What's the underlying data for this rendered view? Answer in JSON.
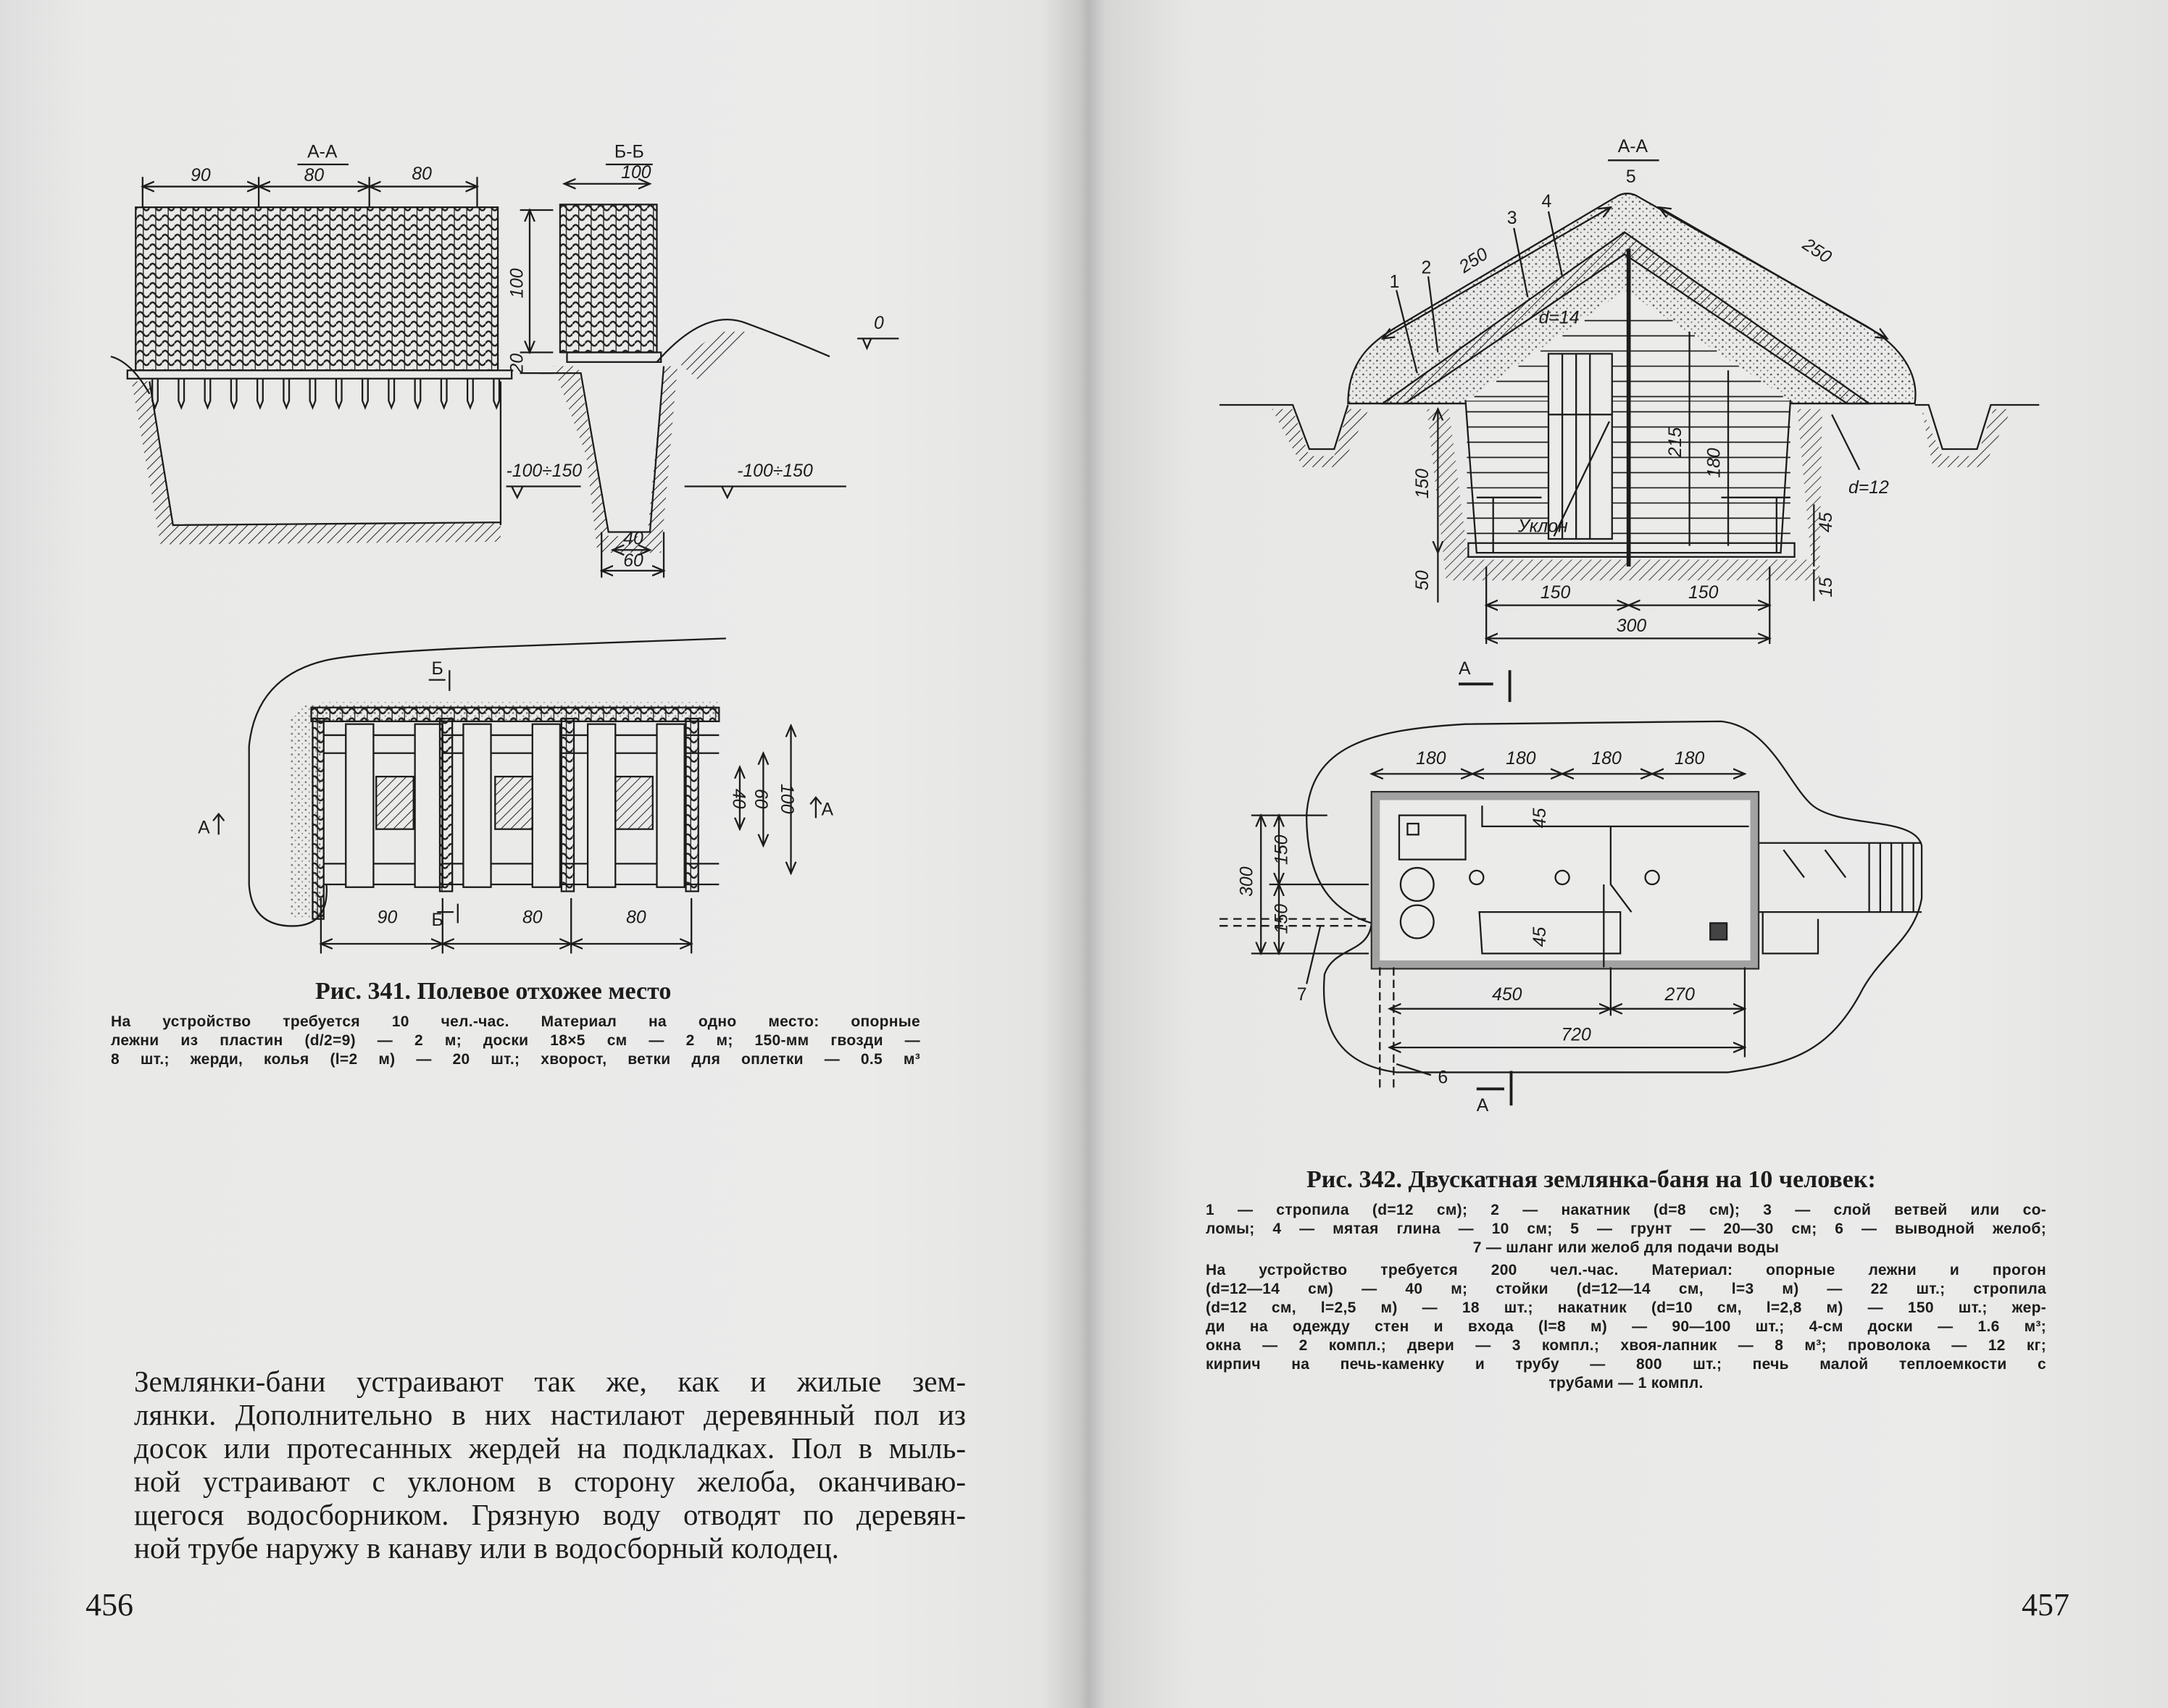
{
  "left_page": {
    "figure_341": {
      "section_aa": {
        "label": "А-А",
        "dims": [
          "90",
          "80",
          "80",
          "100",
          "20"
        ],
        "level": "-100÷150"
      },
      "section_bb": {
        "label": "Б-Б",
        "dims": [
          "100",
          "40",
          "60",
          "0"
        ],
        "level": "-100÷150"
      },
      "plan": {
        "markers": [
          "А",
          "А",
          "Б",
          "Б"
        ],
        "dims_bottom": [
          "90",
          "80",
          "80"
        ],
        "dims_side": [
          "40",
          "60",
          "100"
        ]
      }
    },
    "caption": {
      "title": "Рис. 341. Полевое отхожее место",
      "lines": [
        "На устройство требуется 10 чел.-час. Материал на одно место: опорные",
        "лежни из пластин (d/2=9) — 2 м; доски 18×5 см — 2 м; 150-мм гвозди —",
        "8 шт.; жерди, колья (l=2 м) — 20 шт.; хворост, ветки для оплетки — 0.5 м³"
      ]
    },
    "body_lines": [
      "Землянки-бани устраивают так же, как и жилые зем-",
      "лянки. Дополнительно в них настилают деревянный пол из",
      "досок или протесанных жердей на подкладках. Пол в мыль-",
      "ной устраивают с уклоном в сторону желоба, оканчиваю-",
      "щегося водосборником. Грязную воду отводят по деревян-",
      "ной трубе наружу в канаву или в водосборный колодец."
    ],
    "page_number": "456"
  },
  "right_page": {
    "figure_342": {
      "section": {
        "label": "А-А",
        "callouts": [
          "1",
          "2",
          "3",
          "4",
          "5"
        ],
        "dims": [
          "250",
          "250",
          "215",
          "180",
          "150",
          "50",
          "150",
          "150",
          "300",
          "45",
          "15"
        ],
        "notes": [
          "d=14",
          "d=12",
          "Уклон"
        ]
      },
      "plan": {
        "dims_top": [
          "180",
          "180",
          "180",
          "180"
        ],
        "dims_side": [
          "300",
          "150",
          "150"
        ],
        "dims_inner": [
          "45",
          "45"
        ],
        "dims_bottom": [
          "450",
          "270",
          "720"
        ],
        "callouts": [
          "6",
          "7"
        ],
        "markers": [
          "А",
          "А"
        ]
      }
    },
    "caption": {
      "title": "Рис. 342. Двускатная землянка-баня на 10 человек:",
      "legend_lines": [
        "1 — стропила (d=12 см); 2 — накатник (d=8 см); 3 — слой ветвей или со-",
        "ломы; 4 — мятая глина — 10 см; 5 — грунт — 20—30 см; 6 — выводной желоб;",
        "7 — шланг или желоб для подачи воды"
      ],
      "material_lines": [
        "На устройство требуется 200 чел.-час. Материал: опорные лежни и прогон",
        "(d=12—14 см) — 40 м; стойки (d=12—14 см, l=3 м) — 22 шт.; стропила",
        "(d=12 см, l=2,5 м) — 18 шт.; накатник (d=10 см, l=2,8 м) — 150 шт.; жер-",
        "ди на одежду стен и входа (l=8 м) — 90—100 шт.; 4-см доски — 1.6 м³;",
        "окна — 2 компл.; двери — 3 компл.; хвоя-лапник — 8 м³; проволока — 12 кг;",
        "кирпич на печь-каменку и трубу — 800 шт.; печь малой теплоемкости с",
        "трубами — 1 компл."
      ]
    },
    "page_number": "457"
  }
}
